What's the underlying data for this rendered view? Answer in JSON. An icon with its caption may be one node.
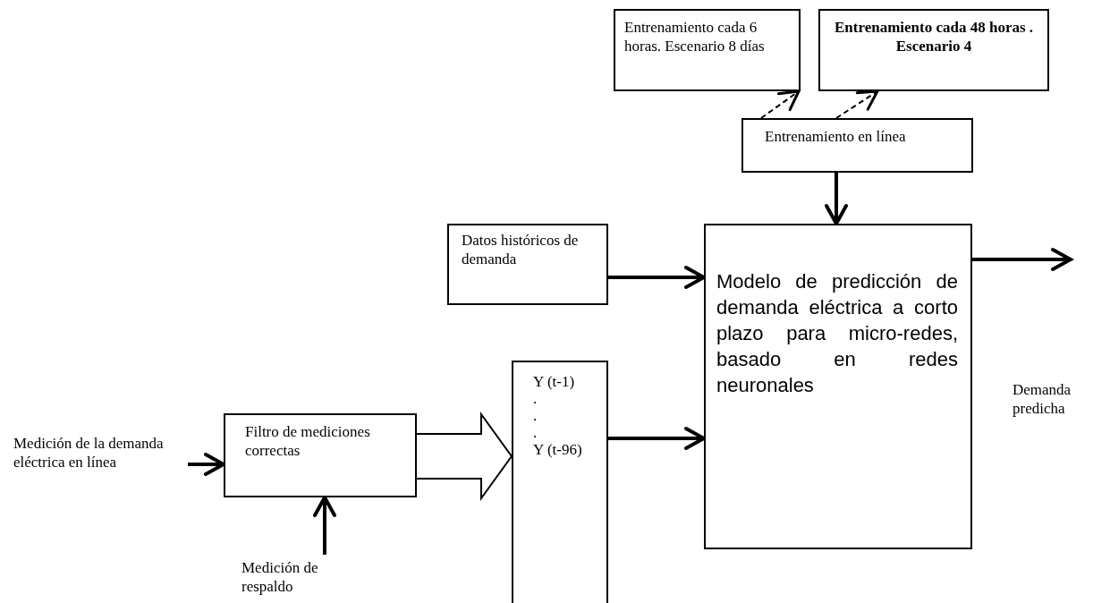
{
  "diagram": {
    "nodes": [
      {
        "text": [
          "Entrenamiento cada 6 horas. Escenario 8 días"
        ]
      },
      {
        "text": [
          "Entrenamiento cada 48 horas . Escenario 4"
        ]
      },
      {
        "text": [
          "Entrenamiento en línea"
        ]
      },
      {
        "text": [
          "Datos históricos de demanda"
        ]
      },
      {
        "text": [
          "Modelo de predicción de demanda eléctrica a corto plazo para micro-redes, basado en redes neuronales"
        ]
      },
      {
        "text": [
          "Y (t-1)",
          ".",
          ".",
          ".",
          "Y (t-96)"
        ]
      },
      {
        "text": [
          "Filtro de mediciones correctas"
        ]
      },
      {
        "text": [
          "Medición de la demanda eléctrica en línea"
        ]
      },
      {
        "text": [
          "Medición de respaldo"
        ]
      }
    ],
    "edges": [
      {
        "from": 2,
        "to": 0,
        "arrow": "to",
        "style": "dashed"
      },
      {
        "from": 2,
        "to": 1,
        "arrow": "to",
        "style": "dashed"
      },
      {
        "from": 2,
        "to": 4,
        "arrow": "to"
      },
      {
        "from": 3,
        "to": 4,
        "arrow": "to"
      },
      {
        "from": 5,
        "to": 4,
        "arrow": "to"
      },
      {
        "from": 4,
        "to": null,
        "arrow": "to"
      },
      {
        "from": 7,
        "to": 6,
        "arrow": "to"
      },
      {
        "from": 8,
        "to": 6,
        "arrow": "to"
      },
      {
        "from": 6,
        "to": 5,
        "arrow": "to",
        "style": "thick"
      }
    ],
    "labels": [
      "Demanda predicha"
    ]
  }
}
